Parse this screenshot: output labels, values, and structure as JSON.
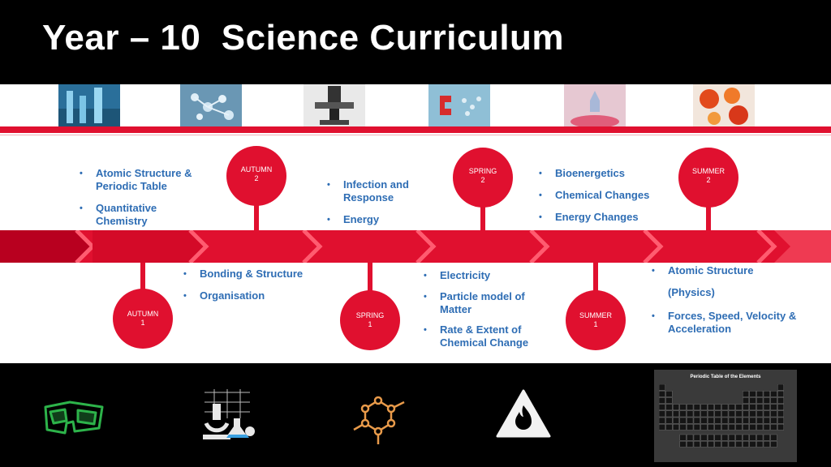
{
  "header": {
    "title": "Year – 10  Science Curriculum"
  },
  "terms": {
    "autumn1": [
      "AUTUMN",
      "1"
    ],
    "autumn2": [
      "AUTUMN",
      "2"
    ],
    "spring1": [
      "SPRING",
      "1"
    ],
    "spring2": [
      "SPRING",
      "2"
    ],
    "summer1": [
      "SUMMER",
      "1"
    ],
    "summer2": [
      "SUMMER",
      "2"
    ]
  },
  "topics": {
    "group1": [
      "Atomic Structure & Periodic Table",
      "Quantitative Chemistry"
    ],
    "group2": [
      "Bonding & Structure",
      "Organisation"
    ],
    "group3": [
      "Infection and Response",
      "Energy"
    ],
    "group4": [
      "Electricity",
      "Particle model of Matter",
      "Rate & Extent of Chemical Change"
    ],
    "group5": [
      "Bioenergetics",
      "Chemical Changes",
      "Energy Changes"
    ],
    "group6": [
      "Atomic Structure",
      "(Physics)",
      "Forces, Speed, Velocity & Acceleration"
    ]
  },
  "footer": {
    "periodic_table_title": "Periodic Table of the Elements"
  },
  "colors": {
    "accent": "#e0102f",
    "topic_text": "#2e6db4",
    "band_light": "#ef3a52"
  }
}
